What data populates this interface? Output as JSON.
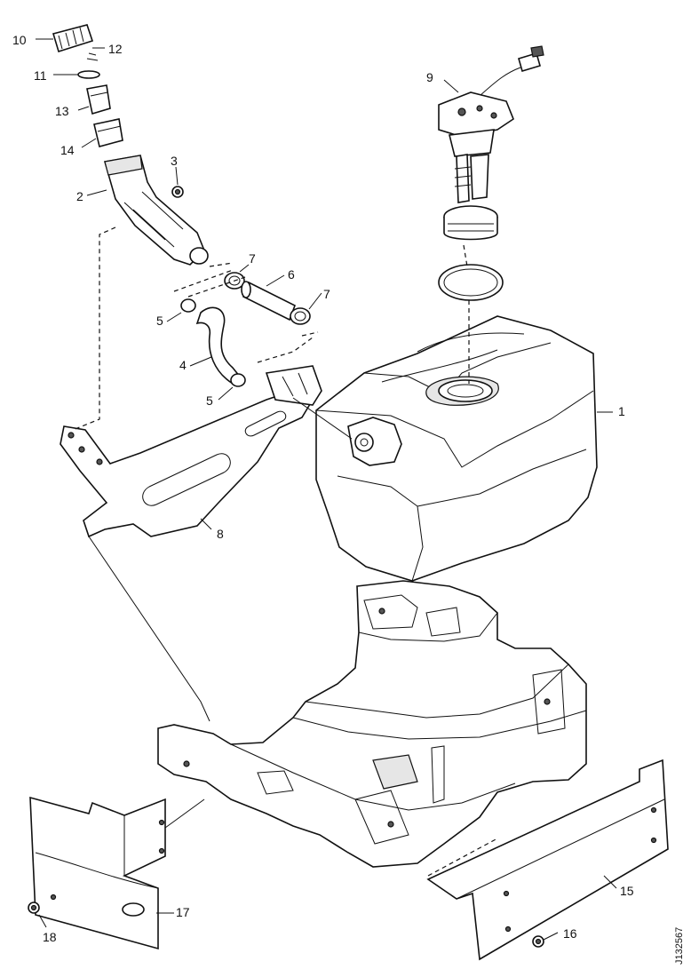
{
  "diagram_id": "J132567",
  "callouts": [
    {
      "id": "c1",
      "label": "1",
      "part": "fuel-tank"
    },
    {
      "id": "c2",
      "label": "2",
      "part": "filler-neck"
    },
    {
      "id": "c3",
      "label": "3",
      "part": "clamp-upper"
    },
    {
      "id": "c4",
      "label": "4",
      "part": "vent-hose"
    },
    {
      "id": "c5a",
      "label": "5",
      "part": "hose-clamp-upper"
    },
    {
      "id": "c5b",
      "label": "5",
      "part": "hose-clamp-lower"
    },
    {
      "id": "c6",
      "label": "6",
      "part": "connecting-hose"
    },
    {
      "id": "c7a",
      "label": "7",
      "part": "hose-clamp-left"
    },
    {
      "id": "c7b",
      "label": "7",
      "part": "hose-clamp-right"
    },
    {
      "id": "c8",
      "label": "8",
      "part": "mounting-bracket"
    },
    {
      "id": "c9",
      "label": "9",
      "part": "fuel-pump-sender-unit"
    },
    {
      "id": "c10",
      "label": "10",
      "part": "fuel-cap"
    },
    {
      "id": "c11",
      "label": "11",
      "part": "seal-ring"
    },
    {
      "id": "c12",
      "label": "12",
      "part": "tether"
    },
    {
      "id": "c13",
      "label": "13",
      "part": "filler-insert"
    },
    {
      "id": "c14",
      "label": "14",
      "part": "filler-adapter"
    },
    {
      "id": "c15",
      "label": "15",
      "part": "heat-shield-right"
    },
    {
      "id": "c16",
      "label": "16",
      "part": "screw-right"
    },
    {
      "id": "c17",
      "label": "17",
      "part": "heat-shield-left"
    },
    {
      "id": "c18",
      "label": "18",
      "part": "screw-left"
    }
  ]
}
